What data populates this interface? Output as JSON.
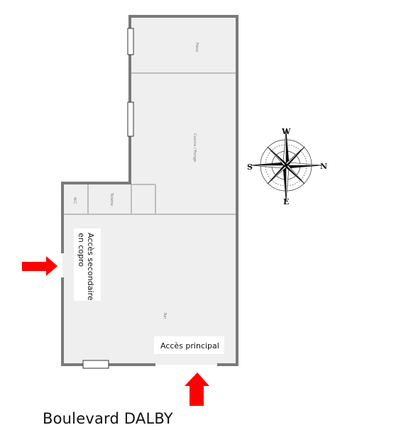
{
  "rooms": {
    "piece": "Pièce",
    "cuisine": "Cuisine / Plonge",
    "wc": "W.C",
    "toilette": "Toilette",
    "bar": "Bar"
  },
  "labels": {
    "acces_secondaire": "Accès secondaire en copro",
    "acces_principal": "Accès principal"
  },
  "street": "Boulevard DALBY",
  "compass": {
    "north": "N",
    "south": "S",
    "east": "E",
    "west": "W"
  },
  "colors": {
    "wall": "#7a7a7a",
    "floor": "#efefef",
    "inner_wall": "#bdbdbd",
    "arrow": "#ff0000"
  }
}
